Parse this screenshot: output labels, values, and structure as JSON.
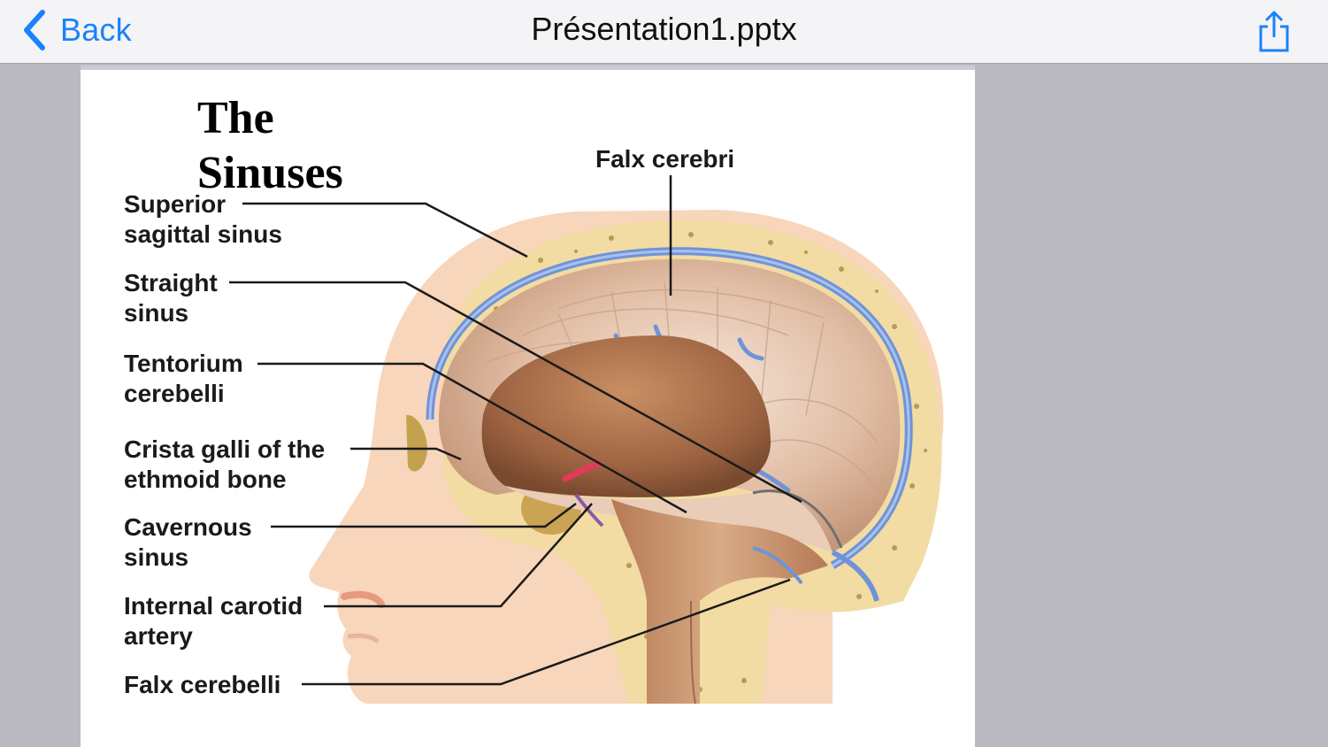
{
  "navbar": {
    "back_label": "Back",
    "title": "Présentation1.pptx",
    "accent_color": "#1a82fb",
    "back_icon": "chevron-left-icon",
    "share_icon": "share-icon"
  },
  "slide": {
    "title_line1": "The",
    "title_line2": "Sinuses",
    "labels": {
      "falx_cerebri": "Falx cerebri",
      "superior_sagittal_sinus": "Superior\nsagittal sinus",
      "straight_sinus": "Straight\nsinus",
      "tentorium_cerebelli": "Tentorium\ncerebelli",
      "crista_galli": "Crista galli of the\nethmoid bone",
      "cavernous_sinus": "Cavernous\nsinus",
      "internal_carotid_artery": "Internal carotid\nartery",
      "falx_cerebelli": "Falx cerebelli"
    }
  }
}
